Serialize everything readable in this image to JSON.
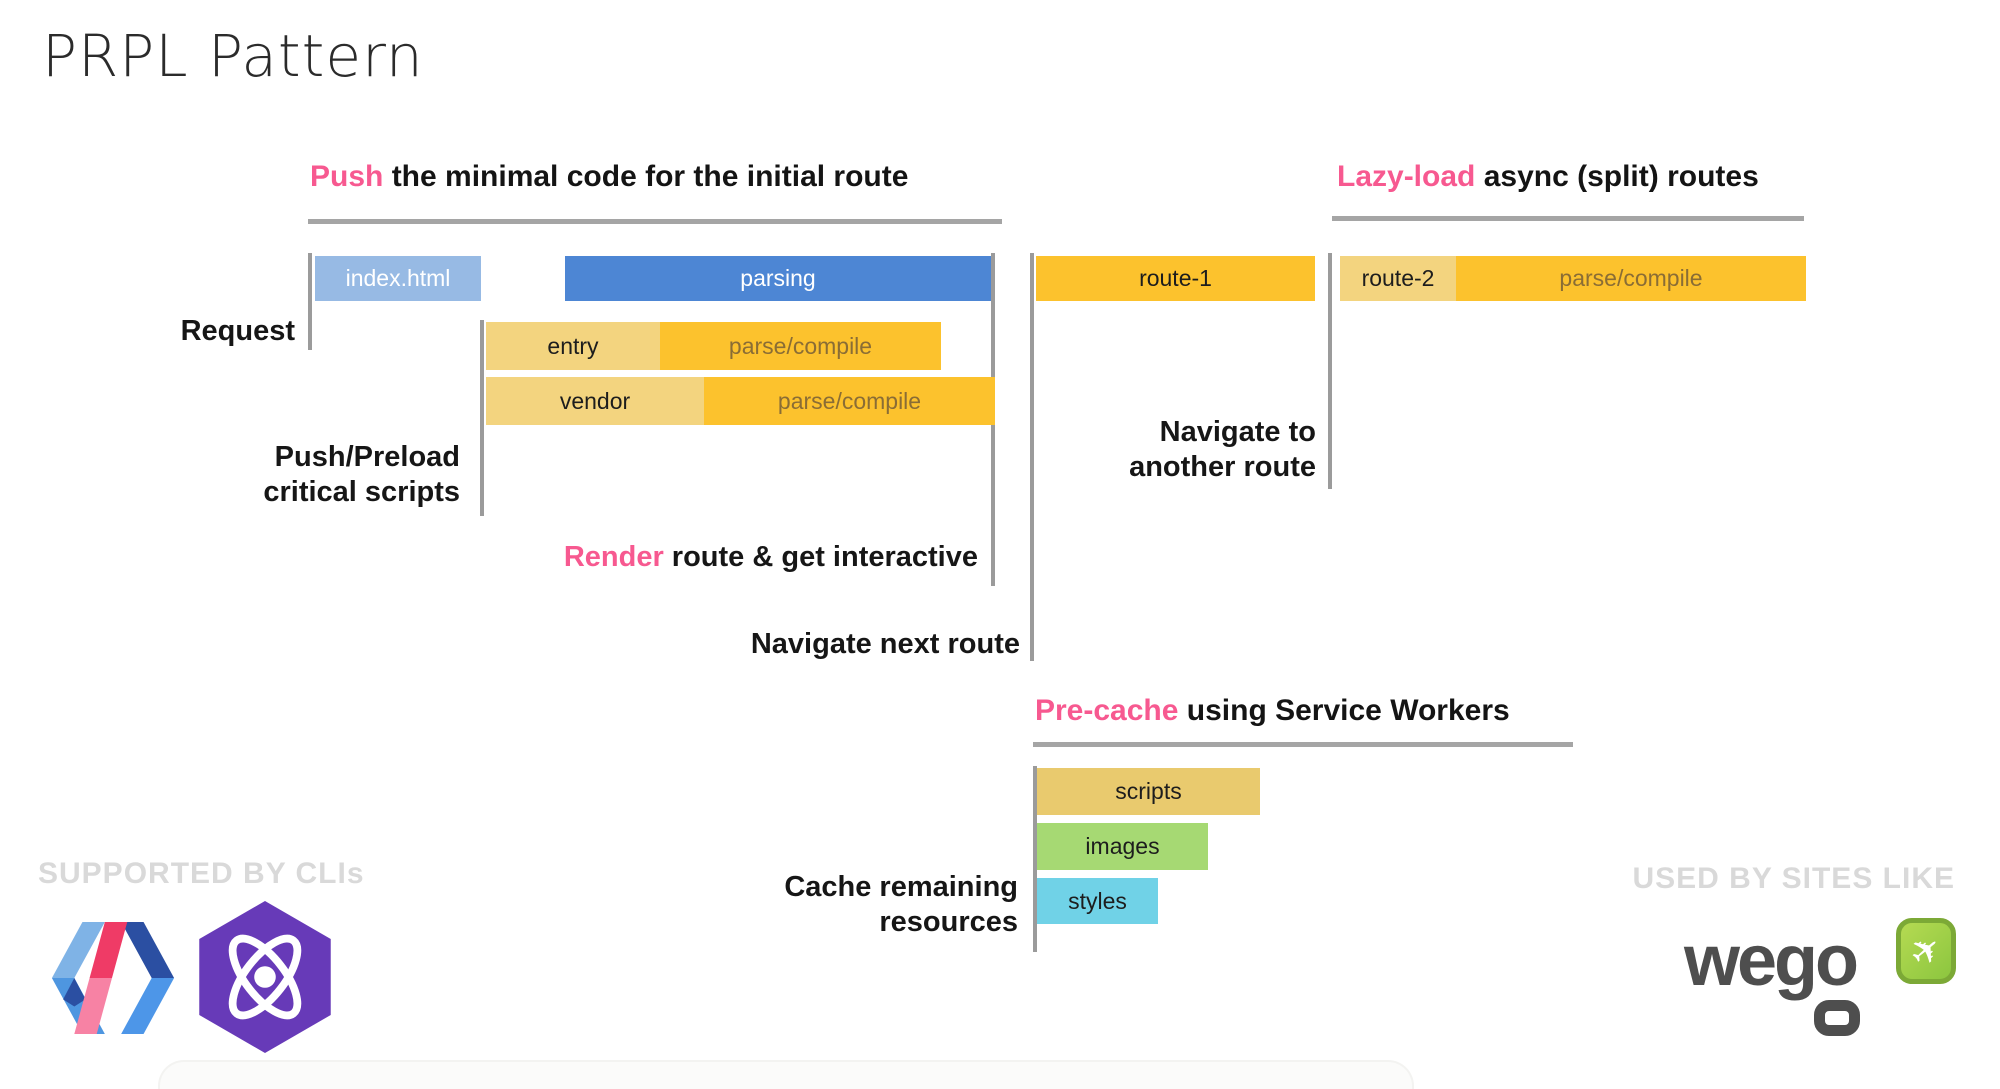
{
  "title": "PRPL Pattern",
  "headings": {
    "push": {
      "accent": "Push",
      "rest": " the minimal code for the initial route"
    },
    "lazy": {
      "accent": "Lazy-load",
      "rest": " async (split) routes"
    },
    "render": {
      "accent": "Render",
      "rest": " route & get interactive"
    },
    "precache": {
      "accent": "Pre-cache",
      "rest": " using Service Workers"
    }
  },
  "labels": {
    "request": "Request",
    "push_preload_line1": "Push/Preload",
    "push_preload_line2": "critical scripts",
    "navigate_next": "Navigate next route",
    "navigate_another_line1": "Navigate to",
    "navigate_another_line2": "another route",
    "cache_line1": "Cache remaining",
    "cache_line2": "resources"
  },
  "bars": {
    "index_html": "index.html",
    "parsing": "parsing",
    "route1": "route-1",
    "route2": "route-2",
    "route2_parse": "parse/compile",
    "entry": "entry",
    "entry_parse": "parse/compile",
    "vendor": "vendor",
    "vendor_parse": "parse/compile",
    "scripts": "scripts",
    "images": "images",
    "styles": "styles"
  },
  "footer": {
    "supported_caption": "SUPPORTED BY CLIs",
    "used_caption": "USED BY SITES LIKE",
    "wego_wordmark": "wego",
    "logos": [
      "polymer-cli",
      "preact-cli",
      "wego"
    ],
    "plane_icon_glyph": "✈"
  },
  "colors": {
    "accent_pink": "#F75990",
    "bar_blue_light": "#97BAE4",
    "bar_blue": "#4D86D4",
    "bar_orange": "#FCC22D",
    "bar_tan": "#F3D47F",
    "bar_scripts_yellow": "#E9CA6E",
    "bar_images_green": "#A6D973",
    "bar_styles_cyan": "#70D2E7",
    "parse_compile_text": "#8A6D35",
    "timeline_line_gray": "#9B9B9B",
    "caption_gray": "#D9D9D9",
    "preact_purple": "#673AB8",
    "wego_green": "#8CC63F"
  },
  "timeline": {
    "rows": [
      {
        "phase": "Request",
        "bars": [
          "index.html",
          "parsing",
          "route-1",
          "route-2 + parse/compile"
        ]
      },
      {
        "phase": "Push/Preload critical scripts",
        "bars": [
          "entry + parse/compile",
          "vendor + parse/compile"
        ]
      },
      {
        "phase": "Cache remaining resources",
        "bars": [
          "scripts",
          "images",
          "styles"
        ]
      }
    ],
    "events": [
      "Render route & get interactive",
      "Navigate next route",
      "Navigate to another route"
    ]
  }
}
